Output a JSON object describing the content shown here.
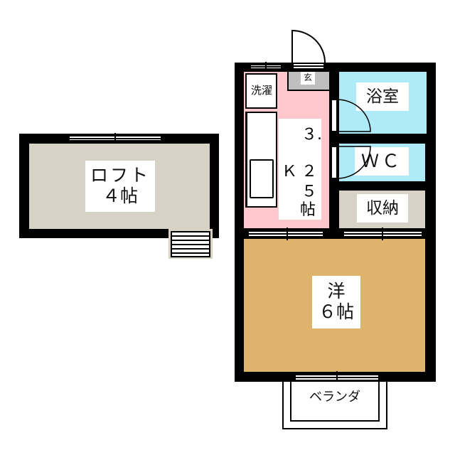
{
  "floorplan": {
    "colors": {
      "wall": "#000000",
      "loft": "#d6d3c6",
      "kitchen": "#ffc8cc",
      "bath": "#aeeaf8",
      "storage": "#d6d3c6",
      "western_room": "#deb46c",
      "entrance": "#bfbfbf"
    },
    "rooms": {
      "loft": {
        "name": "ロフト",
        "size": "４帖"
      },
      "kitchen": {
        "type_label": "Ｋ",
        "size_line1": "３.",
        "size_line2": "２",
        "size_line3": "５",
        "unit": "帖"
      },
      "entrance": {
        "name": "玄"
      },
      "laundry": {
        "name": "洗濯"
      },
      "bath": {
        "name": "浴室"
      },
      "wc": {
        "name": "ＷＣ"
      },
      "storage": {
        "name": "収納"
      },
      "western_room": {
        "name": "洋",
        "size": "６帖"
      },
      "balcony": {
        "name": "ベランダ"
      }
    }
  }
}
